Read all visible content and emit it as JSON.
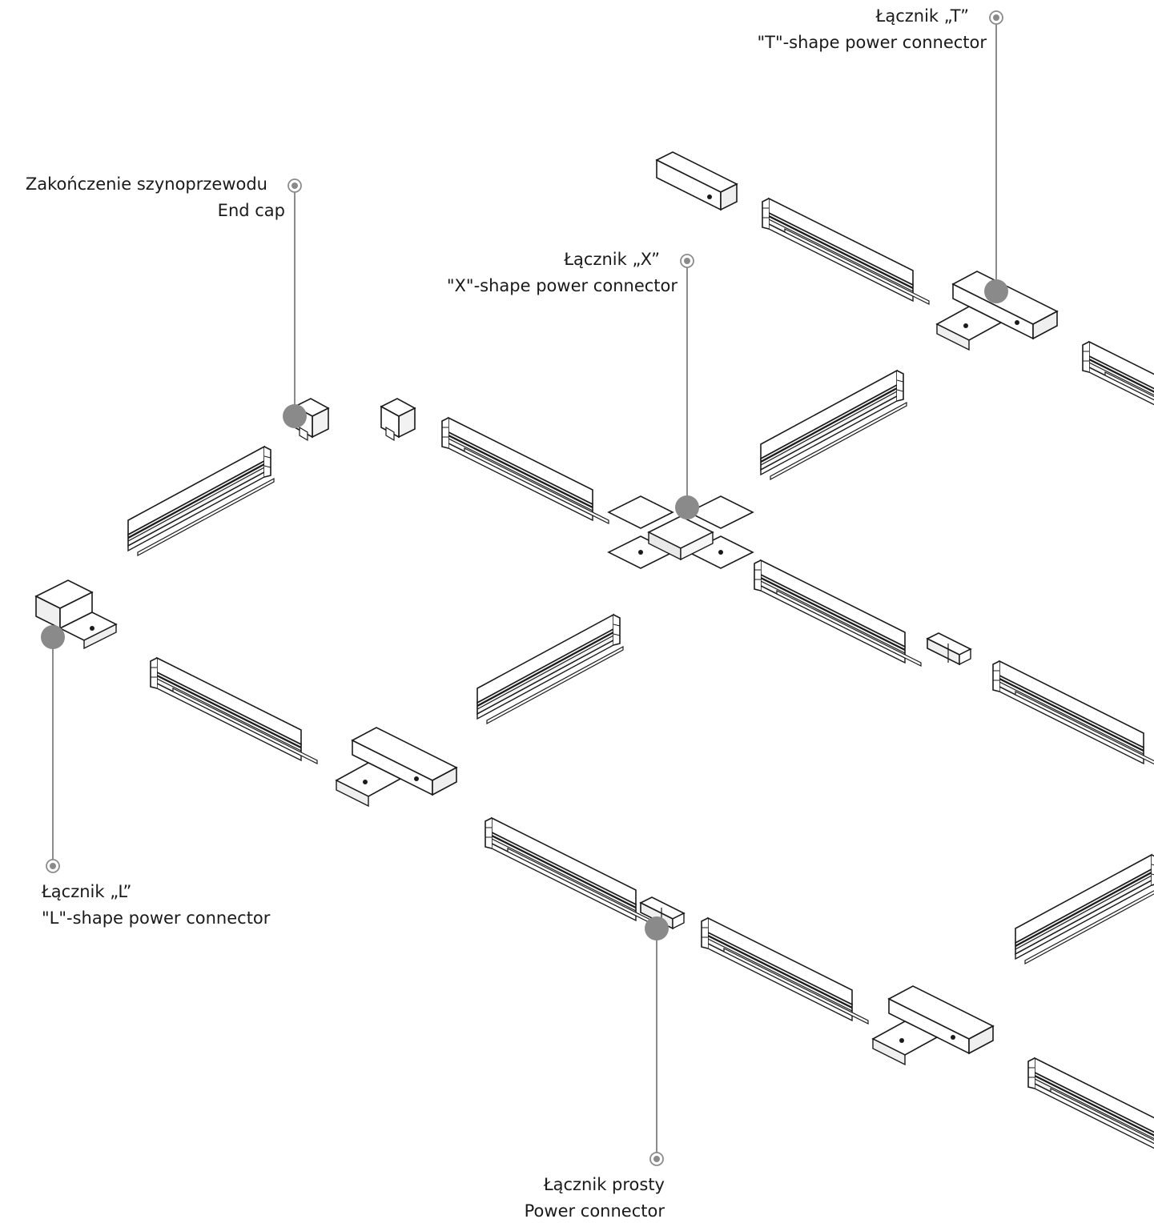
{
  "callouts": {
    "t_connector": {
      "pl": "Łącznik „T”",
      "en": "\"T\"-shape power connector"
    },
    "end_cap": {
      "pl": "Zakończenie szynoprzewodu",
      "en": "End cap"
    },
    "x_connector": {
      "pl": "Łącznik „X”",
      "en": "\"X\"-shape power connector"
    },
    "l_connector": {
      "pl": "Łącznik „L”",
      "en": "\"L\"-shape power connector"
    },
    "straight_connector": {
      "pl": "Łącznik prosty",
      "en": "Power connector"
    }
  },
  "colors": {
    "leader": "#8c8c8c",
    "dot": "#8a8a8a",
    "outline": "#1a1a1a",
    "text": "#1a1a1a"
  }
}
